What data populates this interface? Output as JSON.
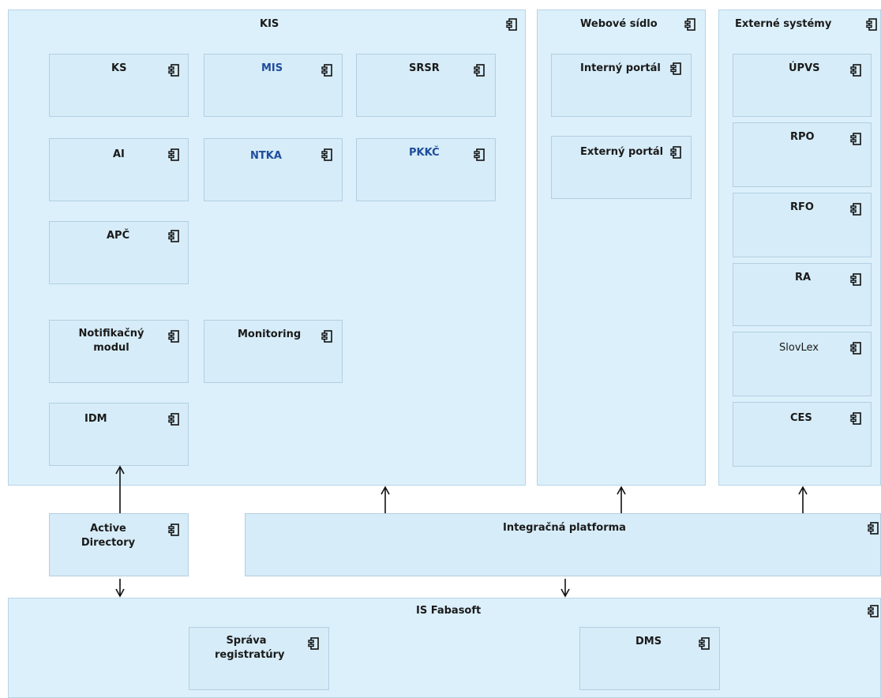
{
  "kis": {
    "title": "KIS",
    "components": {
      "ks": "KS",
      "mis": "MIS",
      "srsr": "SRSR",
      "ai": "AI",
      "ntka": "NTKA",
      "pkkc": "PKKČ",
      "apc": "APČ",
      "notif": "Notifikačný modul",
      "monitoring": "Monitoring",
      "idm": "IDM"
    }
  },
  "web": {
    "title": "Webové sídlo",
    "interny": "Interný portál",
    "externy": "Externý portál"
  },
  "ext": {
    "title": "Externé systémy",
    "upvs": "ÚPVS",
    "rpo": "RPO",
    "rfo": "RFO",
    "ra": "RA",
    "slovlex": "SlovLex",
    "ces": "CES"
  },
  "ad": "Active Directory",
  "ip": "Integračná platforma",
  "fab": {
    "title": "IS Fabasoft",
    "sprava": "Správa registratúry",
    "dms": "DMS"
  },
  "colors": {
    "fill": "#d8eefa",
    "border": "#b8d4e6",
    "highlight_text": "#1f4d9c"
  }
}
